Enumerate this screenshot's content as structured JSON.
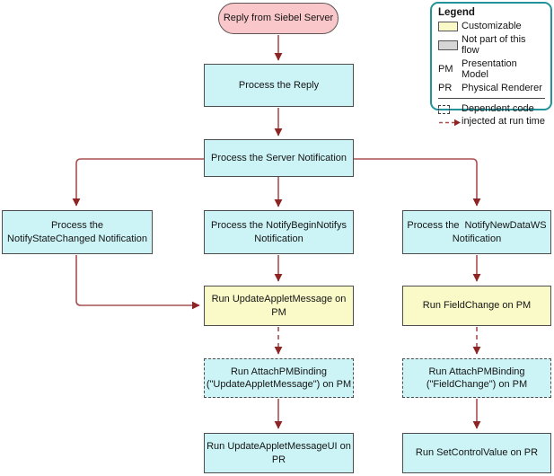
{
  "diagram": {
    "terminator": {
      "label": "Reply from Siebel Server"
    },
    "nodes": {
      "process_reply": {
        "label": "Process the Reply"
      },
      "process_server_notification": {
        "label": "Process the Server Notification"
      },
      "notify_state_changed": {
        "label": "Process the\nNotifyStateChanged Notification"
      },
      "notify_begin_notifys": {
        "label": "Process the NotifyBeginNotifys\nNotification"
      },
      "notify_new_data_ws": {
        "label": "Process the  NotifyNewDataWS\nNotification"
      },
      "update_applet_message": {
        "label": "Run UpdateAppletMessage on\nPM"
      },
      "field_change": {
        "label": "Run FieldChange on PM"
      },
      "attach_pm_binding_uam": {
        "label": "Run AttachPMBinding\n(\"UpdateAppletMessage\") on PM"
      },
      "attach_pm_binding_fc": {
        "label": "Run AttachPMBinding\n(\"FieldChange\") on PM"
      },
      "update_applet_message_ui": {
        "label": "Run UpdateAppletMessageUI on\nPR"
      },
      "set_control_value": {
        "label": "Run SetControlValue on PR"
      }
    },
    "colors": {
      "flow_box_fill": "#ccf4f6",
      "customizable_fill": "#fafac8",
      "terminator_fill": "#f9c7c9",
      "not_in_flow_fill": "#d6d6d6",
      "arrow_line": "#a85050",
      "arrow_head": "#8e2525",
      "box_border": "#4d4d4d",
      "legend_border": "#23939b"
    }
  },
  "legend": {
    "title": "Legend",
    "customizable_label": "Customizable",
    "not_part_label": "Not part of this flow",
    "pm_abbr": "PM",
    "pm_label": "Presentation Model",
    "pr_abbr": "PR",
    "pr_label": "Physical Renderer",
    "dependent_label": "Dependent code\ninjected at run time"
  }
}
